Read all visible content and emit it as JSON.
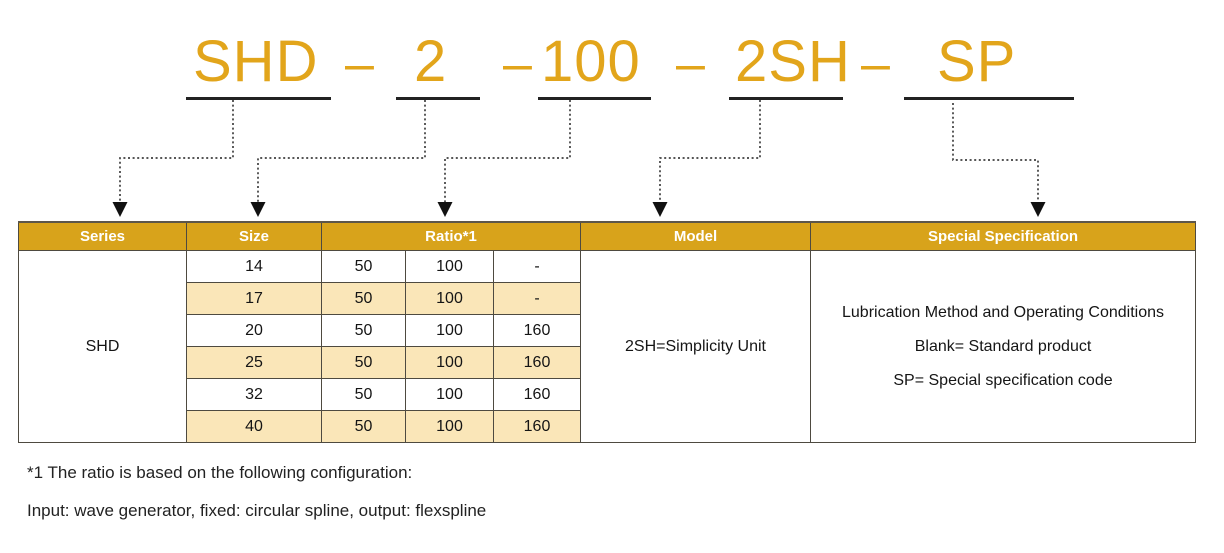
{
  "title": {
    "segments": [
      "SHD",
      "2",
      "100",
      "2SH",
      "SP"
    ],
    "separator": "–"
  },
  "table": {
    "headers": [
      "Series",
      "Size",
      "Ratio*1",
      "Model",
      "Special Specification"
    ],
    "series": "SHD",
    "rows": [
      {
        "size": "14",
        "ratios": [
          "50",
          "100",
          "-"
        ]
      },
      {
        "size": "17",
        "ratios": [
          "50",
          "100",
          "-"
        ]
      },
      {
        "size": "20",
        "ratios": [
          "50",
          "100",
          "160"
        ]
      },
      {
        "size": "25",
        "ratios": [
          "50",
          "100",
          "160"
        ]
      },
      {
        "size": "32",
        "ratios": [
          "50",
          "100",
          "160"
        ]
      },
      {
        "size": "40",
        "ratios": [
          "50",
          "100",
          "160"
        ]
      }
    ],
    "model": "2SH=Simplicity Unit",
    "special_specification": [
      "Lubrication Method and Operating Conditions",
      "Blank= Standard product",
      "SP= Special specification code"
    ]
  },
  "footnotes": [
    "*1 The ratio is based on the following configuration:",
    "Input: wave generator, fixed: circular spline, output: flexspline"
  ],
  "colors": {
    "title_gold": "#E2A51B",
    "header_gold": "#D8A31B",
    "stripe_cream": "#FAE6B8"
  }
}
